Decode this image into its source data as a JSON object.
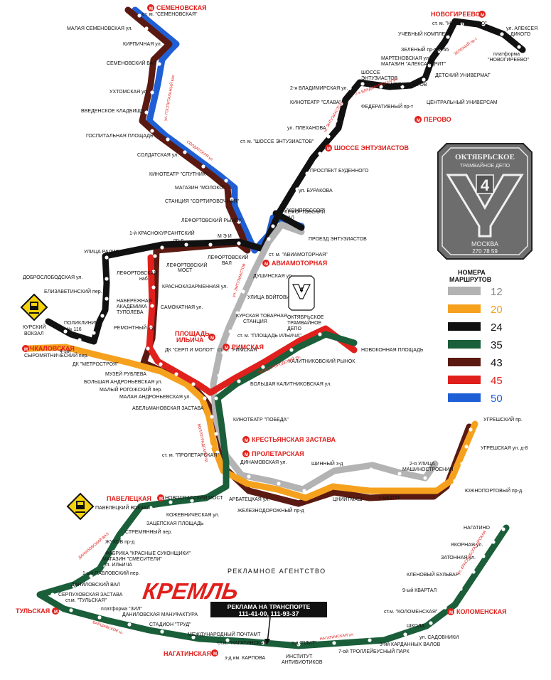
{
  "colors": {
    "route_12": "#b3b3b3",
    "route_20": "#f5a11e",
    "route_24": "#111111",
    "route_35": "#1b5e3a",
    "route_43": "#5a1a12",
    "route_45": "#e0201c",
    "route_50": "#1f5fd6",
    "metro": "#e0201c"
  },
  "legend": {
    "title_line1": "НОМЕРА",
    "title_line2": "МАРШРУТОВ",
    "routes": [
      "12",
      "20",
      "24",
      "35",
      "43",
      "45",
      "50"
    ]
  },
  "depot_badge": {
    "line1": "ОКТЯБРЬСКОЕ",
    "line2": "ТРАМВАЙНОЕ ДЕПО",
    "number": "4",
    "city": "МОСКВА",
    "phone": "270 78 59"
  },
  "depot_label": {
    "line1": "ОКТЯБРЬСКОЕ",
    "line2": "ТРАМВАЙНОЕ",
    "line3": "ДЕПО"
  },
  "advert": {
    "agency": "РЕКЛАМНОЕ АГЕНТСТВО",
    "brand": "КРЕМЛЬ",
    "line1": "РЕКЛАМА НА ТРАНСПОРТЕ",
    "phones": "111-41-00, 111-93-37"
  },
  "metro_stations": [
    "СЕМЕНОВСКАЯ",
    "НОВОГИРЕЕВО",
    "ПЕРОВО",
    "ШОССЕ ЭНТУЗИАСТОВ",
    "АВИАМОТОРНАЯ",
    "ПЛОЩАДЬ",
    "ИЛЬИЧА",
    "РИМСКАЯ",
    "ЧКАЛОВСКАЯ",
    "КРЕСТЬЯНСКАЯ ЗАСТАВА",
    "ПРОЛЕТАРСКАЯ",
    "ПАВЕЛЕЦКАЯ",
    "КОЛОМЕНСКАЯ",
    "ТУЛЬСКАЯ",
    "НАГАТИНСКАЯ"
  ],
  "stops": [
    "ст. м. \"СЕМЕНОВСКАЯ\"",
    "МАЛАЯ СЕМЕНОВСКАЯ ул.",
    "КИРПИЧНАЯ ул.",
    "СЕМЕНОВСКИЙ ВАЛ",
    "УХТОМСКАЯ ул.",
    "ВВЕДЕНСКОЕ КЛАДБИЩЕ",
    "ГОСПИТАЛЬНАЯ ПЛОЩАДЬ",
    "СОЛДАТСКАЯ ул.",
    "КИНОТЕАТР \"СПУТНИК\"",
    "МАГАЗИН \"МОЛОКО\"",
    "СТАНЦИЯ \"СОРТИРОВОЧНАЯ\"",
    "ЛЕФОРТОВСКИЙ РЫНОК",
    "1-й КРАСНОКУРСАНТСКИЙ",
    "пр-д",
    "М Э И",
    "ЛЕФОРТОВСКИЙ",
    "ВАЛ",
    "УЛИЦА РАДИО",
    "ДОБРОСЛОБОДСКАЯ ул.",
    "ЕЛИЗАВЕТИНСКИЙ пер.",
    "ЛЕФОРТОВСКАЯ",
    "наб.",
    "ЛЕФОРТОВСКИЙ",
    "МОСТ",
    "КРАСНОКАЗАРМЕННАЯ ул.",
    "САМОКАТНАЯ ул.",
    "НАБЕРЕЖНАЯ",
    "АКАДЕМИКА",
    "ТУПОЛЕВА",
    "РЕМОНТНЫЙ з-д",
    "ПОЛИКЛИНИКА",
    "№ 116",
    "КУРСКИЙ",
    "ВОКЗАЛ",
    "СЫРОМЯТНИЧЕСКИЙ пер.",
    "4-ый",
    "ДК \"МЕТРОСТРОЯ\"",
    "МУЗЕЙ РУБЛЕВА",
    "БОЛЬШАЯ АНДРОНЬЕВСКАЯ ул.",
    "МАЛЫЙ РОГОЖСКИЙ пер.",
    "МАЛАЯ АНДРОНЬЕВСКАЯ ул.",
    "АБЕЛЬМАНОВСКАЯ ЗАСТАВА",
    "ДК \"СЕРП И МОЛОТ\"",
    "ст. м. \"РИМСКАЯ\"",
    "ст. м. \"ПЛОЩАДЬ ИЛЬИЧА\"",
    "КУРСКАЯ ТОВАРНАЯ",
    "СТАНЦИЯ",
    "УЛИЦА ВОЙТОВИЧА",
    "ДУШИНСКАЯ ул.",
    "ЛЕФОРТОВСКИЙ",
    "ВАЛ",
    "ст. м. \"АВИАМОТОРНАЯ\"",
    "ПРОЕЗД ЭНТУЗИАСТОВ",
    "ДК \"КОМПРЕССОР\"",
    "ул. БУРАКОВА",
    "ПРОСПЕКТ БУДЕННОГО",
    "ст. м. \"ШОССЕ ЭНТУЗИАСТОВ\"",
    "ул. ПЛЕХАНОВА",
    "КИНОТЕАТР \"СЛАВА\"",
    "2-я ВЛАДИМИРСКАЯ ул.",
    "ФЕДЕРАТИВНЫЙ пр-т",
    "ШОССЕ",
    "ЭНТУЗИАСТОВ",
    "ул. МЕТАЛЛУРГОВ",
    "ЦЕНТРАЛЬНЫЙ УНИВЕРСАМ",
    "ДЕТСКИЙ УНИВЕРМАГ",
    "МАРТЕНОВСКАЯ ул.",
    "МАГАЗИН \"АЛЕКСАНДРИТ\"",
    "ЗЕЛЕНЫЙ пр-т д. 65",
    "УЧЕБНЫЙ КОМПЛЕКС",
    "ст. м. \"НОВОГИРЕЕВО\"",
    "ул. АЛЕКСЕЯ",
    "ДИКОГО",
    "платформа",
    "\"НОВОГИРЕЕВО\"",
    "НОВОКОННАЯ ПЛОЩАДЬ",
    "КАЛИТНИКОВСКИЙ РЫНОК",
    "БОЛЬШАЯ КАЛИТНИКОВСКАЯ ул.",
    "КИНОТЕАТР \"ПОБЕДА\"",
    "ст. м. \"ПРОЛЕТАРСКАЯ\"",
    "ДИНАМОВСКАЯ ул.",
    "ШИННЫЙ з-д",
    "2-я УЛИЦА",
    "МАШИНОСТРОЕНИЯ",
    "ЦНИИТМАШ",
    "1-ый ГПЗ",
    "АРБАТЕЦКАЯ ул.",
    "ЖЕЛЕЗНОДОРОЖНЫЙ пр-д",
    "УГРЕШСКИЙ пр.",
    "УГРЕШСКАЯ ул. д-8",
    "ЮЖНОПОРТОВЫЙ пр-д.",
    "НОВОСПАССКИЙ МОСТ",
    "ПАВЕЛЕЦКИЙ ВОКЗАЛ",
    "КОЖЕВНИЧЕСКАЯ ул.",
    "ЗАЦЕПСКАЯ ПЛОЩАДЬ",
    "СТРЕМЯННЫЙ пер.",
    "ЖУКОВ пр-д",
    "ФАБРИКА \"КРАСНЫЕ СУКОНЩИКИ\"",
    "МАГАЗИН \"СМЕСИТЕЛИ\"",
    "ул. ИЛЬИЧА",
    "1-ый ПАВЛОВСКИЙ пер.",
    "ДАНИЛОВСКИЙ ВАЛ",
    "СЕРПУХОВСКАЯ ЗАСТАВА",
    "ст.м. \"ТУЛЬСКАЯ\"",
    "платформа \"ЗИЛ\"",
    "ДАНИЛОВСКАЯ МАНУФАКТУРА",
    "СТАДИОН \"ТРУД\"",
    "МЕЖДУНАРОДНЫЙ ПОЧТАМТ",
    "ст.м. \"НАГАТИНСКАЯ\"",
    "з-д им. КАРПОВА",
    "з-д \"ПЛИТ\"",
    "ИНСТИТУТ",
    "АНТИБИОТИКОВ",
    "7-ой ТРОЛЛЕЙБУСНЫЙ ПАРК",
    "3-ий КАРДАННЫХ ВАЛОВ",
    "ул. САДОВНИКИ",
    "ШКОЛА",
    "ст.м. \"КОЛОМЕНСКАЯ\"",
    "9-ый КВАРТАЛ",
    "КЛЕНОВЫЙ БУЛЬВАР",
    "ЗАТОННАЯ ул.",
    "ЯКОРНАЯ ул.",
    "НАГАТИНО"
  ],
  "streets": [
    "ул. ГОСПИТАЛЬНЫЙ вал",
    "СОЛДАТСКАЯ ул.",
    "ш. ЭНТУЗИАСТОВ",
    "2-я ВЛАДИМИРСКАЯ ул.",
    "ЗЕЛЕНЫЙ пр-т",
    "ул. ЭНТУЗИАСТОВ",
    "МЕЖДОГОРОДСКИЙ пр.",
    "ВОЛГОГРАДСКИЙ пр.",
    "НАГАТИНСКАЯ ул.",
    "ВАРШАВСКОЕ ш.",
    "ДАНИЛОВСКИЙ ВАЛ",
    "ул. КРАСНОБОГАТЫРСКАЯ"
  ]
}
